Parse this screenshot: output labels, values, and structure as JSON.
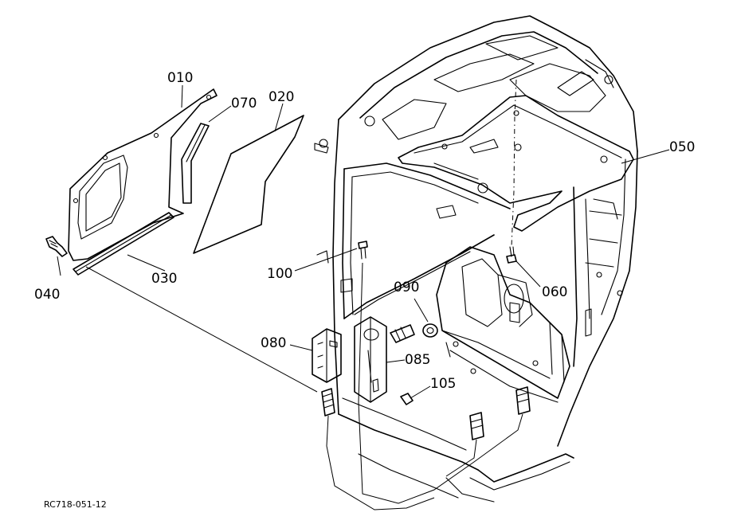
{
  "diagram": {
    "callouts": {
      "p010": "010",
      "p020": "020",
      "p030": "030",
      "p040": "040",
      "p050": "050",
      "p060": "060",
      "p070": "070",
      "p080": "080",
      "p085": "085",
      "p090": "090",
      "p100": "100",
      "p105": "105"
    },
    "drawing_ref": "RC718-051-12"
  }
}
